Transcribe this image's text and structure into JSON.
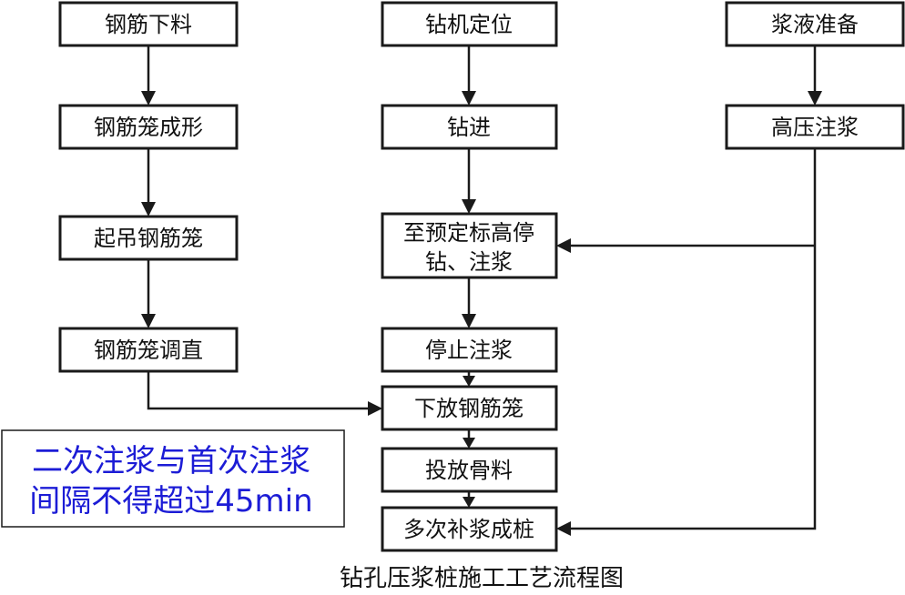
{
  "colors": {
    "line": "#1a1a1a",
    "note_text": "#1c1cd6",
    "text": "#111111"
  },
  "nodes": {
    "rebar_cutting": "钢筋下料",
    "rebar_cage_forming": "钢筋笼成形",
    "lift_rebar_cage": "起吊钢筋笼",
    "rebar_cage_straighten": "钢筋笼调直",
    "rig_positioning": "钻机定位",
    "drilling": "钻进",
    "stop_drill_line1": "至预定标高停",
    "stop_drill_line2": "钻、注浆",
    "stop_grouting": "停止注浆",
    "lower_rebar_cage": "下放钢筋笼",
    "place_aggregate": "投放骨料",
    "multi_regrout": "多次补浆成桩",
    "slurry_prep": "浆液准备",
    "high_pressure_grouting": "高压注浆"
  },
  "note": {
    "line1": "二次注浆与首次注浆",
    "line2": "间隔不得超过45min"
  },
  "caption": "钻孔压浆桩施工工艺流程图"
}
